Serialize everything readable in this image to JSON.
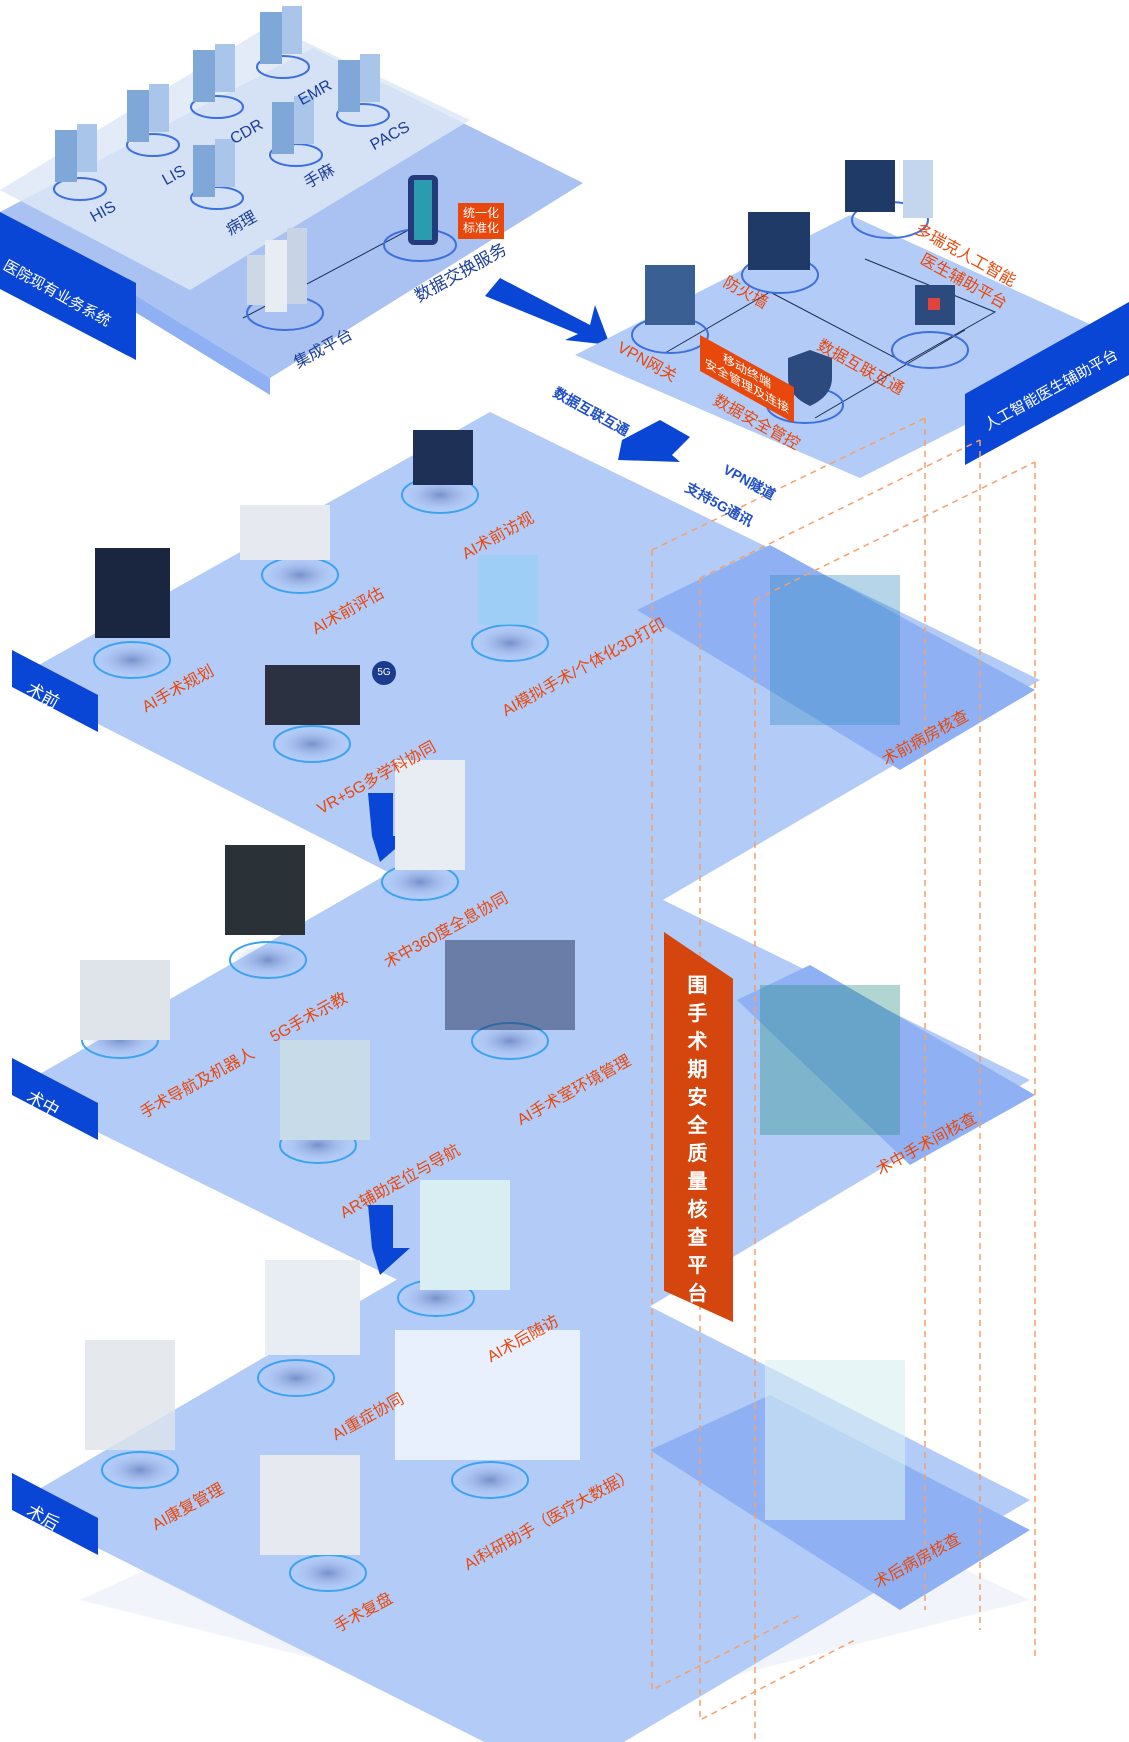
{
  "colors": {
    "brand_blue": "#0a46d6",
    "plate_light": "#b3cbf7",
    "plate_mid": "#8fb1f3",
    "plate_pale": "#dbe7f7",
    "accent_orange": "#e8480c",
    "panel_orange": "#d4460e",
    "dashed_line": "#f5a06a"
  },
  "top_layer": {
    "tab_label": "医院现有业务系统",
    "systems": [
      "HIS",
      "LIS",
      "CDR",
      "EMR",
      "PACS",
      "手麻",
      "病理"
    ],
    "integration_platform": "集成平台",
    "data_exchange": "数据交换服务",
    "standardize_badge": [
      "统一化",
      "标准化"
    ]
  },
  "ai_platform": {
    "tab_label": "人工智能医生辅助平台",
    "vpn_gateway": "VPN网关",
    "firewall": "防火墙",
    "ai_platform_name": [
      "多瑞克人工智能",
      "医生辅助平台"
    ],
    "data_interconnect": "数据互联互通",
    "mobile_badge": [
      "移动终端",
      "安全管理及连接"
    ],
    "data_security": "数据安全管控"
  },
  "connector": {
    "left_text": "数据互联互通",
    "right_text": [
      "VPN隧道",
      "支持5G通讯"
    ]
  },
  "preop": {
    "tab_label": "术前",
    "items": [
      "AI手术规划",
      "AI术前评估",
      "AI术前访视",
      "AI模拟手术/个体化3D打印",
      "VR+5G多学科协同"
    ],
    "badge_5g": "5G",
    "ward_check": "术前病房核查"
  },
  "intraop": {
    "tab_label": "术中",
    "items": [
      "手术导航及机器人",
      "5G手术示教",
      "术中360度全息协同",
      "AR辅助定位与导航",
      "AI手术室环境管理"
    ],
    "ward_check": "术中手术间核查"
  },
  "postop": {
    "tab_label": "术后",
    "items": [
      "AI康复管理",
      "AI重症协同",
      "AI术后随访",
      "AI科研助手（医疗大数据）",
      "手术复盘"
    ],
    "ward_check": "术后病房核查"
  },
  "safety_platform": {
    "chars": [
      "围",
      "手",
      "术",
      "期",
      "安",
      "全",
      "质",
      "量",
      "核",
      "查",
      "平",
      "台"
    ]
  }
}
